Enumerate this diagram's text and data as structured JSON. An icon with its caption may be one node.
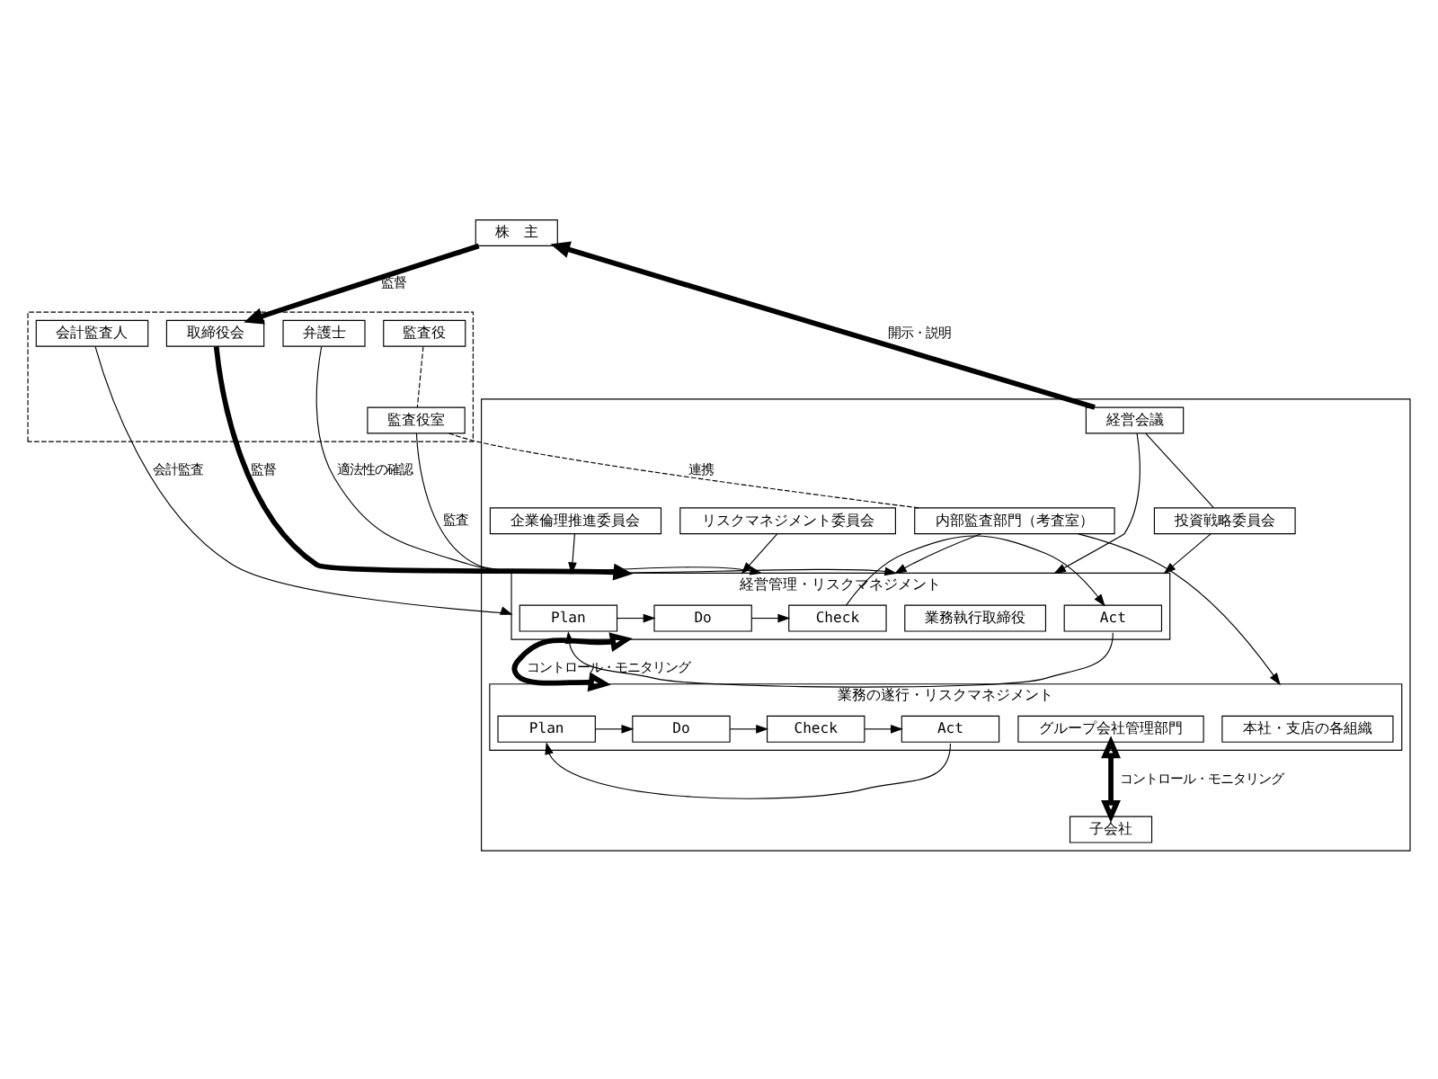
{
  "diagram": {
    "nodes": [
      {
        "text": [
          "株　主"
        ]
      },
      {
        "text": [],
        "shape": "box"
      },
      {
        "text": [
          "監査役"
        ],
        "in": 1
      },
      {
        "text": [
          "監査役室"
        ],
        "in": 1
      },
      {
        "text": [
          "会計監査人"
        ],
        "in": 1
      },
      {
        "text": [
          "取締役会"
        ],
        "in": 1
      },
      {
        "text": [
          "弁護士"
        ],
        "in": 1
      },
      {
        "text": [],
        "shape": "box"
      },
      {
        "text": [
          "経営会議"
        ],
        "in": 7
      },
      {
        "text": [
          "投資戦略委員会"
        ],
        "in": 7
      },
      {
        "text": [
          "企業倫理推進委員会"
        ],
        "in": 7
      },
      {
        "text": [
          "リスクマネジメント委員会"
        ],
        "in": 7
      },
      {
        "text": [
          "内部監査部門（考査室）"
        ],
        "in": 7
      },
      {
        "text": [
          "経営管理・リスクマネジメント"
        ],
        "in": 7
      },
      {
        "text": [
          "業務執行取締役"
        ],
        "in": 13
      },
      {
        "text": [
          "Plan"
        ],
        "in": 13
      },
      {
        "text": [
          "Do"
        ],
        "in": 13
      },
      {
        "text": [
          "Check"
        ],
        "in": 13
      },
      {
        "text": [
          "Act"
        ],
        "in": 13
      },
      {
        "text": [
          "業務の遂行・リスクマネジメント"
        ],
        "in": 7
      },
      {
        "text": [
          "本社・支店の各組織"
        ],
        "in": 19
      },
      {
        "text": [
          "グループ会社管理部門"
        ],
        "in": 19
      },
      {
        "text": [
          "Plan"
        ],
        "in": 19
      },
      {
        "text": [
          "Do"
        ],
        "in": 19
      },
      {
        "text": [
          "Check"
        ],
        "in": 19
      },
      {
        "text": [
          "Act"
        ],
        "in": 19
      },
      {
        "text": [
          "子会社"
        ],
        "in": 7
      }
    ],
    "edges": [
      {
        "from": 0,
        "to": 5,
        "arrow": "to",
        "label": "監督",
        "style": "thick"
      },
      {
        "from": 8,
        "to": 0,
        "arrow": "to",
        "label": "開示・説明",
        "style": "thick"
      },
      {
        "from": 2,
        "to": 3,
        "arrow": "none",
        "style": "dashed"
      },
      {
        "from": 3,
        "to": 12,
        "arrow": "none",
        "label": "連携",
        "style": "dashed"
      },
      {
        "from": 3,
        "to": 13,
        "arrow": "to",
        "label": "監査"
      },
      {
        "from": 4,
        "to": 13,
        "arrow": "to",
        "label": "会計監査"
      },
      {
        "from": 5,
        "to": 13,
        "arrow": "to",
        "label": "監督",
        "style": "thick"
      },
      {
        "from": 6,
        "to": 13,
        "arrow": "to",
        "label": "適法性の確認"
      },
      {
        "from": 8,
        "to": 9,
        "arrow": "none"
      },
      {
        "from": 9,
        "to": 13,
        "arrow": "to"
      },
      {
        "from": 8,
        "to": 13,
        "arrow": "to"
      },
      {
        "from": 10,
        "to": 13,
        "arrow": "to"
      },
      {
        "from": 11,
        "to": 13,
        "arrow": "to"
      },
      {
        "from": 12,
        "to": 13,
        "arrow": "to"
      },
      {
        "from": 12,
        "to": 19,
        "arrow": "to"
      },
      {
        "from": 15,
        "to": 16,
        "arrow": "to"
      },
      {
        "from": 16,
        "to": 17,
        "arrow": "to"
      },
      {
        "from": 17,
        "to": 18,
        "arrow": "to"
      },
      {
        "from": 18,
        "to": 15,
        "arrow": "to"
      },
      {
        "from": 13,
        "to": 19,
        "arrow": "both",
        "label": "コントロール・モニタリング",
        "style": "thick"
      },
      {
        "from": 22,
        "to": 23,
        "arrow": "to"
      },
      {
        "from": 23,
        "to": 24,
        "arrow": "to"
      },
      {
        "from": 24,
        "to": 25,
        "arrow": "to"
      },
      {
        "from": 25,
        "to": 22,
        "arrow": "to"
      },
      {
        "from": 21,
        "to": 26,
        "arrow": "both",
        "label": "コントロール・モニタリング",
        "style": "thick"
      }
    ]
  }
}
